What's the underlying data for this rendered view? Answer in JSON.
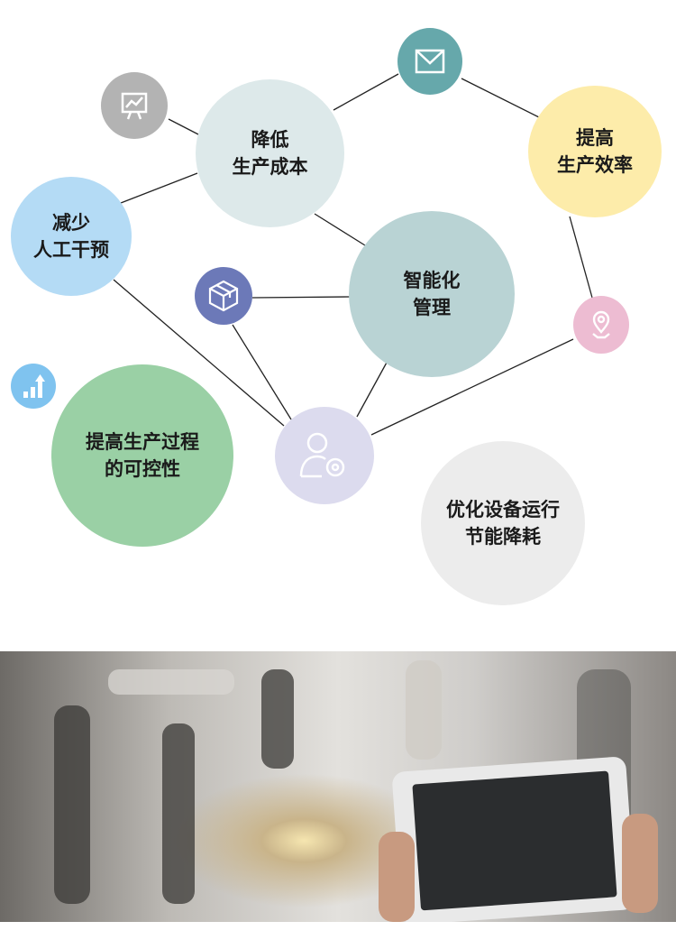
{
  "nodes": {
    "reduce_cost": "降低\n生产成本",
    "improve_efficiency": "提高\n生产效率",
    "reduce_manual": "减少\n人工干预",
    "smart_management": "智能化\n管理",
    "controllability": "提高生产过程\n的可控性",
    "energy_saving": "优化设备运行\n节能降耗"
  },
  "icons": [
    "presentation-chart-icon",
    "mail-icon",
    "box-icon",
    "location-pin-icon",
    "bar-chart-up-icon",
    "user-gear-icon"
  ],
  "colors": {
    "grey": "#b3b3b3",
    "teal": "#66a8ab",
    "cost": "#dde9ea",
    "yellow": "#fdecaa",
    "blue": "#b4dbf5",
    "indigo": "#6c79b8",
    "smart": "#b9d3d4",
    "pink": "#edbcd2",
    "lightblue": "#7fc3ef",
    "green": "#9ad0a5",
    "lavender": "#dcdbee",
    "lightgrey": "#ececec"
  }
}
